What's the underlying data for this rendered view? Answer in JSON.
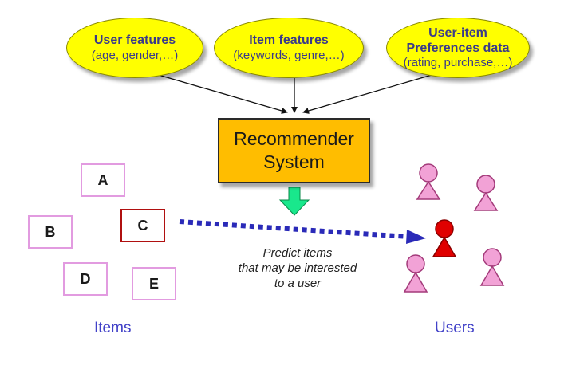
{
  "inputs": [
    {
      "title": "User features",
      "detail": "(age, gender,…)"
    },
    {
      "title": "Item features",
      "detail": "(keywords, genre,…)"
    },
    {
      "title": "User-item",
      "title2": "Preferences data",
      "detail": "(rating, purchase,…)"
    }
  ],
  "system": {
    "line1": "Recommender",
    "line2": "System"
  },
  "items": [
    "A",
    "B",
    "C",
    "D",
    "E"
  ],
  "selected_item": "C",
  "caption": {
    "line1": "Predict items",
    "line2": "that may be interested",
    "line3": "to a user"
  },
  "labels": {
    "items": "Items",
    "users": "Users"
  },
  "colors": {
    "ellipse_fill": "#ffff00",
    "ellipse_text": "#3a3a8a",
    "system_fill": "#ffbd00",
    "item_border": "#e29be0",
    "selected_border": "#b01010",
    "user_fill": "#f2a2d6",
    "active_user": "#e00000",
    "dotted_arrow": "#2a2ab8",
    "down_arrow": "#19e88c",
    "group_label": "#4141c8"
  }
}
